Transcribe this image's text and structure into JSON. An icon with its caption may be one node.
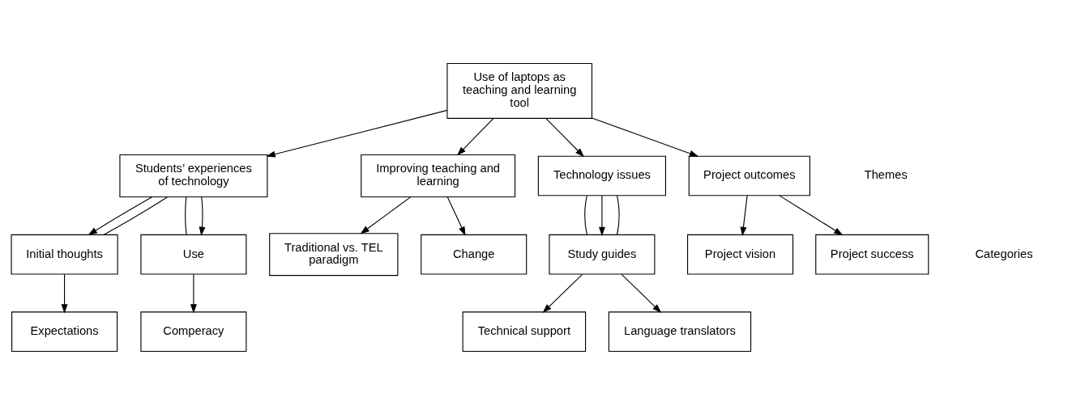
{
  "diagram": {
    "nodes": [
      {
        "text": [
          "Use of laptops as teaching and learning tool"
        ]
      },
      {
        "text": [
          "Students’ experiences of technology"
        ]
      },
      {
        "text": [
          "Improving teaching and learning"
        ]
      },
      {
        "text": [
          "Technology issues"
        ]
      },
      {
        "text": [
          "Project outcomes"
        ]
      },
      {
        "text": [
          "Initial thoughts"
        ]
      },
      {
        "text": [
          "Use"
        ]
      },
      {
        "text": [
          "Traditional vs. TEL paradigm"
        ]
      },
      {
        "text": [
          "Change"
        ]
      },
      {
        "text": [
          "Study guides"
        ]
      },
      {
        "text": [
          "Project vision"
        ]
      },
      {
        "text": [
          "Project success"
        ]
      },
      {
        "text": [
          "Expectations"
        ]
      },
      {
        "text": [
          "Comperacy"
        ]
      },
      {
        "text": [
          "Technical support"
        ]
      },
      {
        "text": [
          "Language translators"
        ]
      }
    ],
    "edges": [
      {
        "from": 0,
        "to": 1,
        "arrow": "to"
      },
      {
        "from": 0,
        "to": 2,
        "arrow": "to"
      },
      {
        "from": 0,
        "to": 3,
        "arrow": "to"
      },
      {
        "from": 0,
        "to": 4,
        "arrow": "to"
      },
      {
        "from": 1,
        "to": 5,
        "arrow": "to"
      },
      {
        "from": 1,
        "to": 5,
        "arrow": "none"
      },
      {
        "from": 1,
        "to": 6,
        "arrow": "none"
      },
      {
        "from": 1,
        "to": 6,
        "arrow": "to"
      },
      {
        "from": 2,
        "to": 7,
        "arrow": "to"
      },
      {
        "from": 2,
        "to": 8,
        "arrow": "to"
      },
      {
        "from": 3,
        "to": 9,
        "arrow": "none"
      },
      {
        "from": 3,
        "to": 9,
        "arrow": "to"
      },
      {
        "from": 3,
        "to": 9,
        "arrow": "none"
      },
      {
        "from": 4,
        "to": 10,
        "arrow": "to"
      },
      {
        "from": 4,
        "to": 11,
        "arrow": "to"
      },
      {
        "from": 5,
        "to": 12,
        "arrow": "to"
      },
      {
        "from": 6,
        "to": 13,
        "arrow": "to"
      },
      {
        "from": 9,
        "to": 14,
        "arrow": "to"
      },
      {
        "from": 9,
        "to": 15,
        "arrow": "to"
      }
    ],
    "labels": [
      "Themes",
      "Categories"
    ]
  }
}
